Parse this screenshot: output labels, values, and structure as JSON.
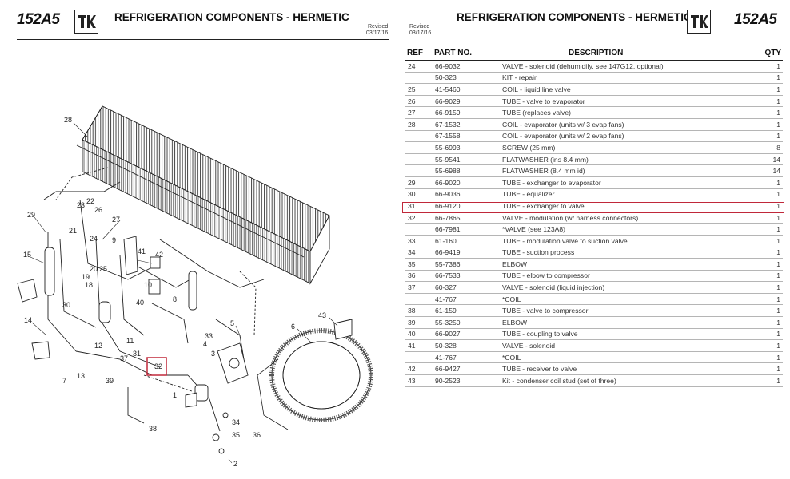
{
  "left_header": {
    "part_number": "152A5",
    "title": "REFRIGERATION COMPONENTS - HERMETIC",
    "revised_label": "Revised",
    "revised_date": "03/17/16"
  },
  "right_header": {
    "part_number": "152A5",
    "title": "REFRIGERATION COMPONENTS - HERMETIC",
    "revised_label": "Revised",
    "revised_date": "03/17/16"
  },
  "table": {
    "headers": {
      "ref": "REF",
      "part": "PART NO.",
      "desc": "DESCRIPTION",
      "qty": "QTY"
    },
    "rows": [
      {
        "ref": "24",
        "part": "66-9032",
        "desc": "VALVE - solenoid (dehumidify, see 147G12, optional)",
        "qty": "1"
      },
      {
        "ref": "",
        "part": "50-323",
        "desc": "KIT - repair",
        "qty": "1"
      },
      {
        "ref": "25",
        "part": "41-5460",
        "desc": "COIL - liquid line valve",
        "qty": "1"
      },
      {
        "ref": "26",
        "part": "66-9029",
        "desc": "TUBE - valve to evaporator",
        "qty": "1"
      },
      {
        "ref": "27",
        "part": "66-9159",
        "desc": "TUBE (replaces valve)",
        "qty": "1"
      },
      {
        "ref": "28",
        "part": "67-1532",
        "desc": "COIL - evaporator (units w/ 3 evap fans)",
        "qty": "1"
      },
      {
        "ref": "",
        "part": "67-1558",
        "desc": "COIL - evaporator (units w/ 2 evap fans)",
        "qty": "1"
      },
      {
        "ref": "",
        "part": "55-6993",
        "desc": "SCREW (25 mm)",
        "qty": "8"
      },
      {
        "ref": "",
        "part": "55-9541",
        "desc": "FLATWASHER (ins 8.4 mm)",
        "qty": "14"
      },
      {
        "ref": "",
        "part": "55-6988",
        "desc": "FLATWASHER (8.4 mm id)",
        "qty": "14"
      },
      {
        "ref": "29",
        "part": "66-9020",
        "desc": "TUBE - exchanger to evaporator",
        "qty": "1"
      },
      {
        "ref": "30",
        "part": "66-9036",
        "desc": "TUBE - equalizer",
        "qty": "1"
      },
      {
        "ref": "31",
        "part": "66-9120",
        "desc": "TUBE - exchanger to valve",
        "qty": "1"
      },
      {
        "ref": "32",
        "part": "66-7865",
        "desc": "VALVE - modulation (w/ harness connectors)",
        "qty": "1"
      },
      {
        "ref": "",
        "part": "66-7981",
        "desc": "*VALVE (see 123A8)",
        "qty": "1"
      },
      {
        "ref": "33",
        "part": "61-160",
        "desc": "TUBE - modulation valve to suction valve",
        "qty": "1"
      },
      {
        "ref": "34",
        "part": "66-9419",
        "desc": "TUBE - suction process",
        "qty": "1"
      },
      {
        "ref": "35",
        "part": "55-7386",
        "desc": "ELBOW",
        "qty": "1"
      },
      {
        "ref": "36",
        "part": "66-7533",
        "desc": "TUBE - elbow to compressor",
        "qty": "1"
      },
      {
        "ref": "37",
        "part": "60-327",
        "desc": "VALVE - solenoid (liquid injection)",
        "qty": "1"
      },
      {
        "ref": "",
        "part": "41-767",
        "desc": "*COIL",
        "qty": "1"
      },
      {
        "ref": "38",
        "part": "61-159",
        "desc": "TUBE - valve to compressor",
        "qty": "1"
      },
      {
        "ref": "39",
        "part": "55-3250",
        "desc": "ELBOW",
        "qty": "1"
      },
      {
        "ref": "40",
        "part": "66-9027",
        "desc": "TUBE - coupling to valve",
        "qty": "1"
      },
      {
        "ref": "41",
        "part": "50-328",
        "desc": "VALVE - solenoid",
        "qty": "1"
      },
      {
        "ref": "",
        "part": "41-767",
        "desc": "*COIL",
        "qty": "1"
      },
      {
        "ref": "42",
        "part": "66-9427",
        "desc": "TUBE - receiver to valve",
        "qty": "1"
      },
      {
        "ref": "43",
        "part": "90-2523",
        "desc": "Kit - condenser coil stud (set of three)",
        "qty": "1"
      }
    ]
  },
  "diagram": {
    "callouts": [
      {
        "n": "28"
      },
      {
        "n": "29"
      },
      {
        "n": "15"
      },
      {
        "n": "14"
      },
      {
        "n": "30"
      },
      {
        "n": "20"
      },
      {
        "n": "19"
      },
      {
        "n": "18"
      },
      {
        "n": "23"
      },
      {
        "n": "22"
      },
      {
        "n": "26"
      },
      {
        "n": "21"
      },
      {
        "n": "24"
      },
      {
        "n": "27"
      },
      {
        "n": "25"
      },
      {
        "n": "9"
      },
      {
        "n": "10"
      },
      {
        "n": "41"
      },
      {
        "n": "42"
      },
      {
        "n": "8"
      },
      {
        "n": "40"
      },
      {
        "n": "12"
      },
      {
        "n": "13"
      },
      {
        "n": "7"
      },
      {
        "n": "11"
      },
      {
        "n": "31"
      },
      {
        "n": "37"
      },
      {
        "n": "32"
      },
      {
        "n": "33"
      },
      {
        "n": "4"
      },
      {
        "n": "3"
      },
      {
        "n": "5"
      },
      {
        "n": "6"
      },
      {
        "n": "43"
      },
      {
        "n": "1"
      },
      {
        "n": "39"
      },
      {
        "n": "38"
      },
      {
        "n": "34"
      },
      {
        "n": "35"
      },
      {
        "n": "36"
      },
      {
        "n": "2"
      }
    ]
  },
  "colors": {
    "highlight": "#c0283a",
    "ink": "#222222",
    "rule": "#b5b5b5"
  }
}
